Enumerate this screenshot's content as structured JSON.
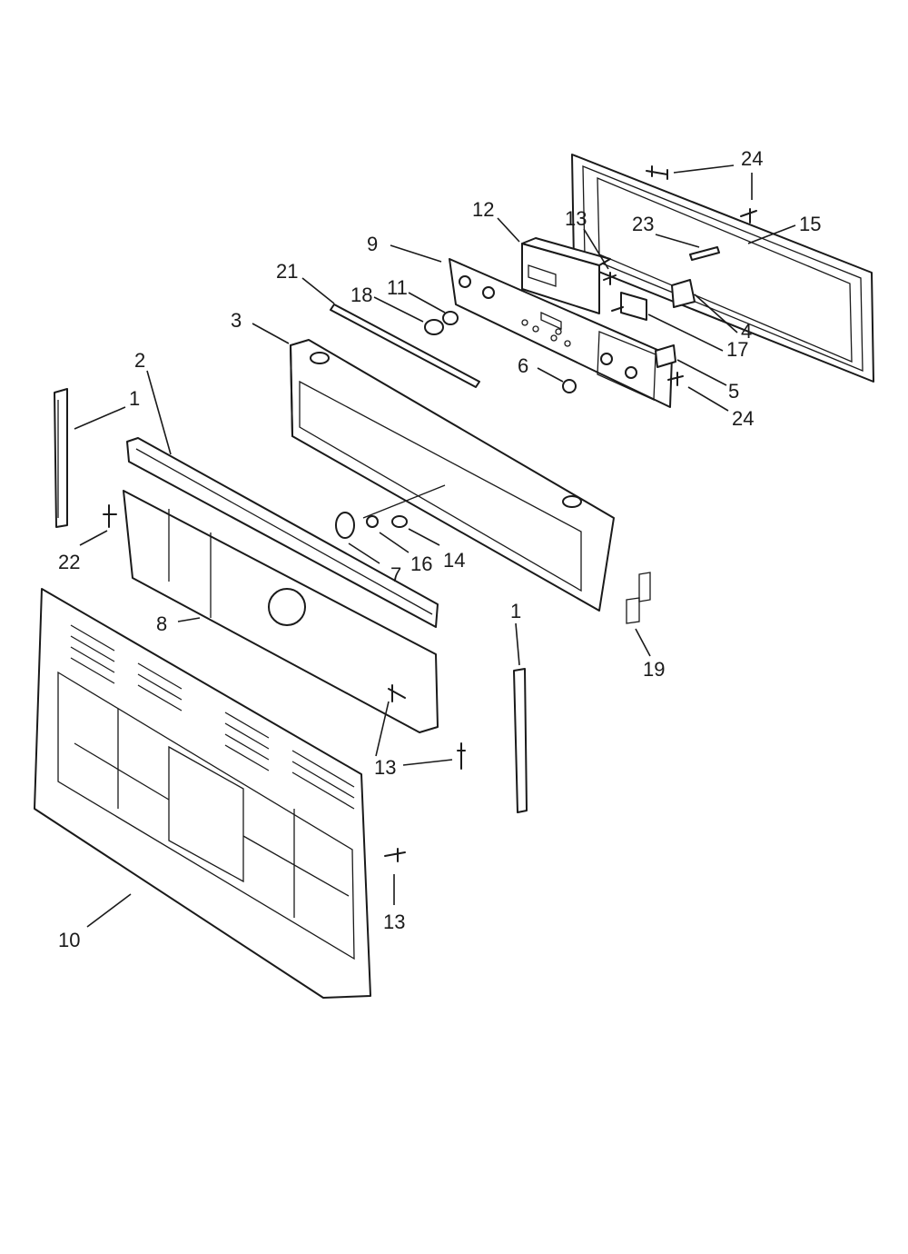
{
  "callouts": [
    {
      "id": "24a",
      "text": "24"
    },
    {
      "id": "15",
      "text": "15"
    },
    {
      "id": "23",
      "text": "23"
    },
    {
      "id": "13a",
      "text": "13"
    },
    {
      "id": "12",
      "text": "12"
    },
    {
      "id": "9",
      "text": "9"
    },
    {
      "id": "21",
      "text": "21"
    },
    {
      "id": "18",
      "text": "18"
    },
    {
      "id": "11",
      "text": "11"
    },
    {
      "id": "3",
      "text": "3"
    },
    {
      "id": "4",
      "text": "4"
    },
    {
      "id": "17",
      "text": "17"
    },
    {
      "id": "6",
      "text": "6"
    },
    {
      "id": "5",
      "text": "5"
    },
    {
      "id": "24b",
      "text": "24"
    },
    {
      "id": "2",
      "text": "2"
    },
    {
      "id": "1a",
      "text": "1"
    },
    {
      "id": "22",
      "text": "22"
    },
    {
      "id": "7",
      "text": "7"
    },
    {
      "id": "16",
      "text": "16"
    },
    {
      "id": "14",
      "text": "14"
    },
    {
      "id": "8",
      "text": "8"
    },
    {
      "id": "1b",
      "text": "1"
    },
    {
      "id": "19",
      "text": "19"
    },
    {
      "id": "13b",
      "text": "13"
    },
    {
      "id": "13c",
      "text": "13"
    },
    {
      "id": "10",
      "text": "10"
    }
  ]
}
